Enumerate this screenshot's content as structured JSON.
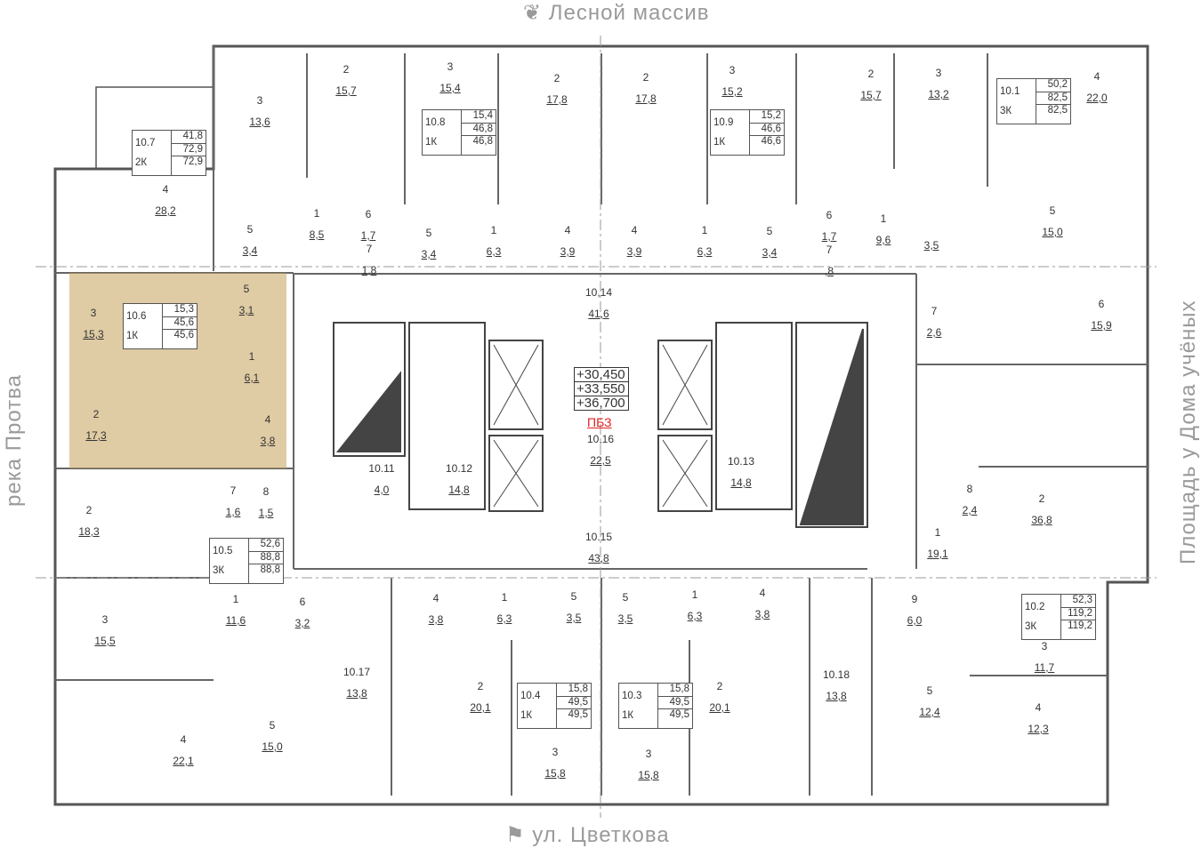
{
  "streets": {
    "top": "Лесной массив",
    "bottom": "ул. Цветкова",
    "left": "река Протва",
    "right": "Площадь у Дома учёных"
  },
  "colors": {
    "highlight": "#c4a05a",
    "wall": "#555555",
    "alert": "#e02020"
  },
  "core": {
    "elevations": [
      "+30,450",
      "+33,550",
      "+36,700"
    ],
    "pbz_label": "ПБЗ",
    "room": "10,16",
    "area": "22,5"
  },
  "apartments": [
    {
      "id": "10.7",
      "type": "2К",
      "areas": [
        "41,8",
        "72,9",
        "72,9"
      ]
    },
    {
      "id": "10.8",
      "type": "1К",
      "areas": [
        "15,4",
        "46,8",
        "46,8"
      ]
    },
    {
      "id": "10.9",
      "type": "1К",
      "areas": [
        "15,2",
        "46,6",
        "46,6"
      ]
    },
    {
      "id": "10.1",
      "type": "3К",
      "areas": [
        "50,2",
        "82,5",
        "82,5"
      ]
    },
    {
      "id": "10.6",
      "type": "1К",
      "areas": [
        "15,3",
        "45,6",
        "45,6"
      ]
    },
    {
      "id": "10.5",
      "type": "3К",
      "areas": [
        "52,6",
        "88,8",
        "88,8"
      ]
    },
    {
      "id": "10.4",
      "type": "1К",
      "areas": [
        "15,8",
        "49,5",
        "49,5"
      ]
    },
    {
      "id": "10.3",
      "type": "1К",
      "areas": [
        "15,8",
        "49,5",
        "49,5"
      ]
    },
    {
      "id": "10.2",
      "type": "3К",
      "areas": [
        "52,3",
        "119,2",
        "119,2"
      ]
    }
  ],
  "rooms": [
    {
      "n": "3",
      "a": "13,6"
    },
    {
      "n": "2",
      "a": "15,7"
    },
    {
      "n": "3",
      "a": "15,4"
    },
    {
      "n": "2",
      "a": "17,8"
    },
    {
      "n": "2",
      "a": "17,8"
    },
    {
      "n": "3",
      "a": "15,2"
    },
    {
      "n": "2",
      "a": "15,7"
    },
    {
      "n": "3",
      "a": "13,2"
    },
    {
      "n": "4",
      "a": "22,0"
    },
    {
      "n": "4",
      "a": "28,2"
    },
    {
      "n": "5",
      "a": "3,4"
    },
    {
      "n": "1",
      "a": "8,5"
    },
    {
      "n": "6",
      "a": "1,7"
    },
    {
      "n": "7",
      "a": "1,8"
    },
    {
      "n": "5",
      "a": "3,4"
    },
    {
      "n": "1",
      "a": "6,3"
    },
    {
      "n": "4",
      "a": "3,9"
    },
    {
      "n": "4",
      "a": "3,9"
    },
    {
      "n": "1",
      "a": "6,3"
    },
    {
      "n": "5",
      "a": "3,4"
    },
    {
      "n": "6",
      "a": "1,7"
    },
    {
      "n": "7",
      "a": ",8"
    },
    {
      "n": "1",
      "a": "9,6"
    },
    {
      "n": "",
      "a": "3,5"
    },
    {
      "n": "5",
      "a": "15,0"
    },
    {
      "n": "6",
      "a": "15,9"
    },
    {
      "n": "7",
      "a": "2,6"
    },
    {
      "n": "10,14",
      "a": "41,6"
    },
    {
      "n": "3",
      "a": "15,3"
    },
    {
      "n": "5",
      "a": "3,1"
    },
    {
      "n": "1",
      "a": "6,1"
    },
    {
      "n": "2",
      "a": "17,3"
    },
    {
      "n": "4",
      "a": "3,8"
    },
    {
      "n": "10.11",
      "a": "4,0"
    },
    {
      "n": "10.12",
      "a": "14,8"
    },
    {
      "n": "10.13",
      "a": "14,8"
    },
    {
      "n": "8",
      "a": "2,4"
    },
    {
      "n": "2",
      "a": "36,8"
    },
    {
      "n": "2",
      "a": "18,3"
    },
    {
      "n": "7",
      "a": "1,6"
    },
    {
      "n": "8",
      "a": "1,5"
    },
    {
      "n": "1",
      "a": "19,1"
    },
    {
      "n": "10.15",
      "a": "43,8"
    },
    {
      "n": "1",
      "a": "11,6"
    },
    {
      "n": "6",
      "a": "3,2"
    },
    {
      "n": "4",
      "a": "3,8"
    },
    {
      "n": "1",
      "a": "6,3"
    },
    {
      "n": "5",
      "a": "3,5"
    },
    {
      "n": "5",
      "a": "3,5"
    },
    {
      "n": "1",
      "a": "6,3"
    },
    {
      "n": "4",
      "a": "3,8"
    },
    {
      "n": "9",
      "a": "6,0"
    },
    {
      "n": "3",
      "a": "15,5"
    },
    {
      "n": "10.17",
      "a": "13,8"
    },
    {
      "n": "10.18",
      "a": "13,8"
    },
    {
      "n": "2",
      "a": "20,1"
    },
    {
      "n": "2",
      "a": "20,1"
    },
    {
      "n": "3",
      "a": "11,7"
    },
    {
      "n": "5",
      "a": "12,4"
    },
    {
      "n": "4",
      "a": "12,3"
    },
    {
      "n": "4",
      "a": "22,1"
    },
    {
      "n": "5",
      "a": "15,0"
    },
    {
      "n": "3",
      "a": "15,8"
    },
    {
      "n": "3",
      "a": "15,8"
    }
  ]
}
